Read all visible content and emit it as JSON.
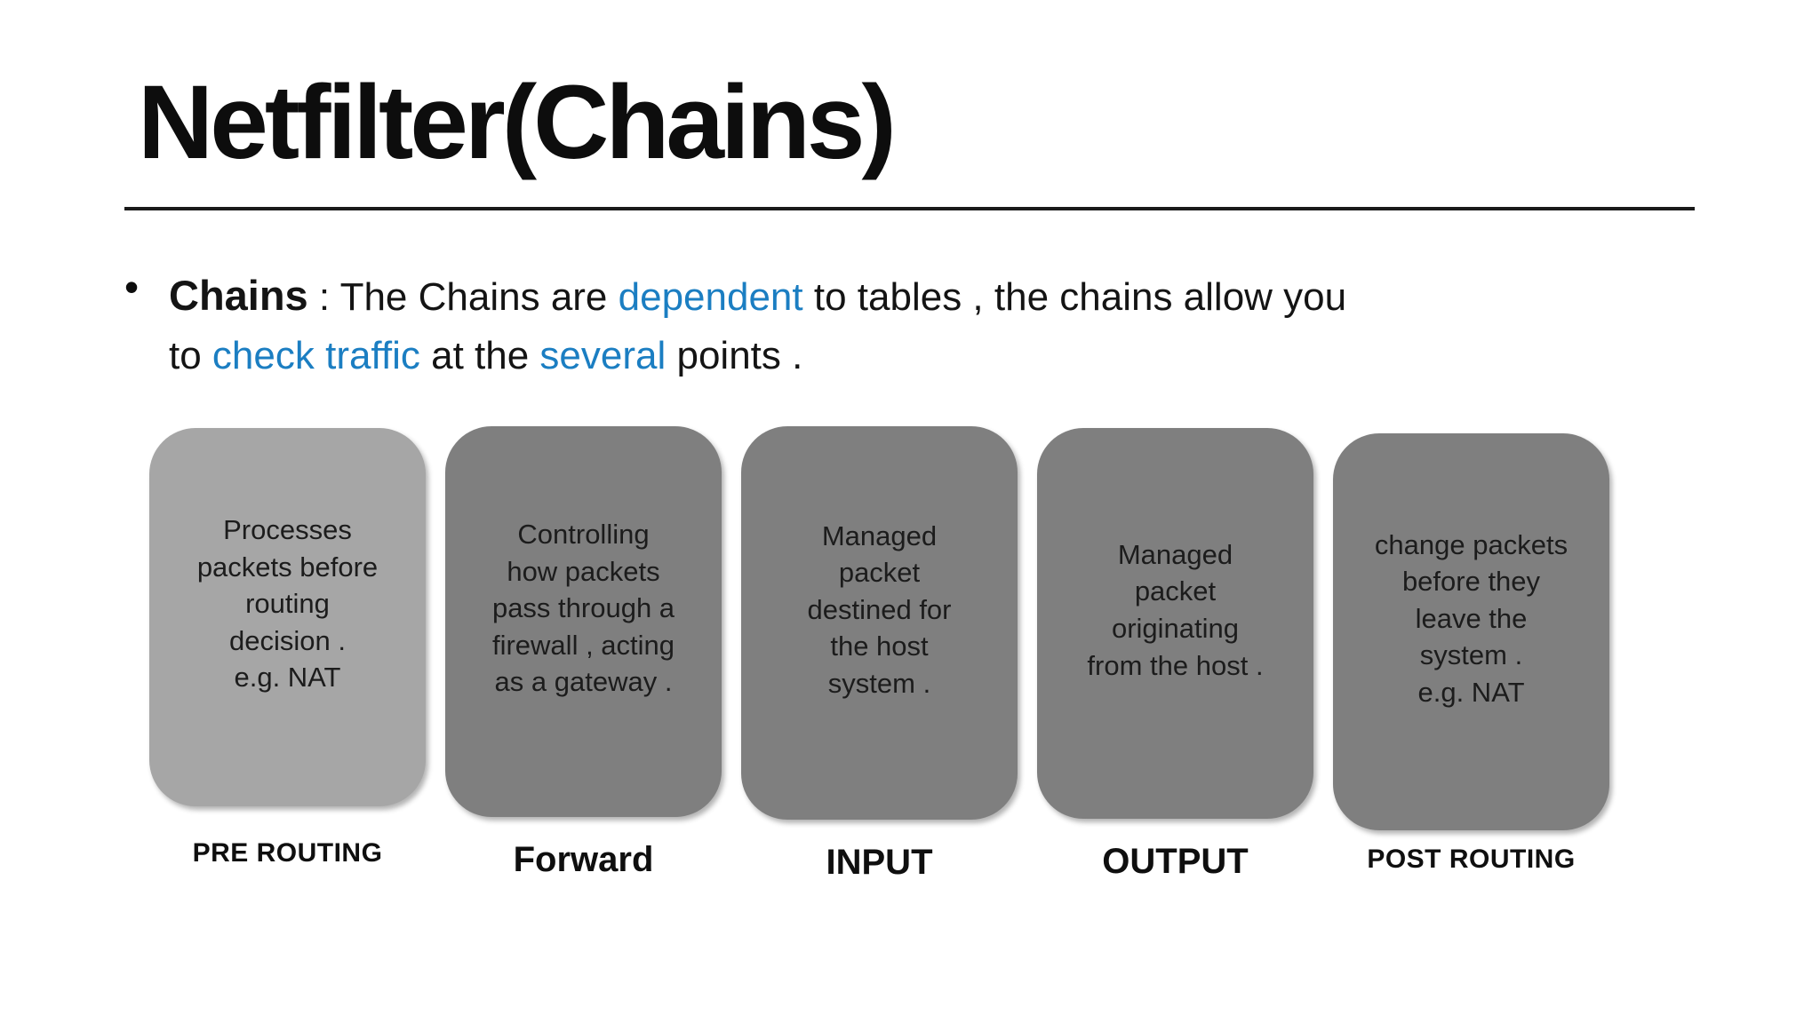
{
  "slide": {
    "title": "Netfilter(Chains)"
  },
  "bullet": {
    "marker": "•",
    "line1": {
      "s0": "Chains",
      "s1": " : The Chains are ",
      "s2": "dependent",
      "s3": " to tables , the chains allow you"
    },
    "line2": {
      "s0": "to ",
      "s1": "check traffic",
      "s2": " at the ",
      "s3": "several",
      "s4": " points ."
    }
  },
  "cards": [
    {
      "label": "PRE ROUTING",
      "fill": "#a6a6a6",
      "lines": [
        "Processes",
        "packets before",
        "routing",
        "decision .",
        "e.g. NAT"
      ]
    },
    {
      "label": "Forward",
      "fill": "#7f7f7f",
      "lines": [
        "Controlling",
        "how packets",
        "pass through a",
        "firewall , acting",
        "as a gateway ."
      ]
    },
    {
      "label": "INPUT",
      "fill": "#7f7f7f",
      "lines": [
        "Managed",
        "packet",
        "destined for",
        "the host",
        "system ."
      ]
    },
    {
      "label": "OUTPUT",
      "fill": "#7f7f7f",
      "lines": [
        "Managed",
        "packet",
        "originating",
        "from the host ."
      ]
    },
    {
      "label": "POST ROUTING",
      "fill": "#7f7f7f",
      "lines": [
        "change packets",
        "before they",
        "leave the",
        "system .",
        "e.g. NAT"
      ]
    }
  ],
  "colors": {
    "accent_blue": "#1b7ec2",
    "card_gray_light": "#a6a6a6",
    "card_gray_dark": "#7f7f7f",
    "text_dark": "#141414"
  }
}
